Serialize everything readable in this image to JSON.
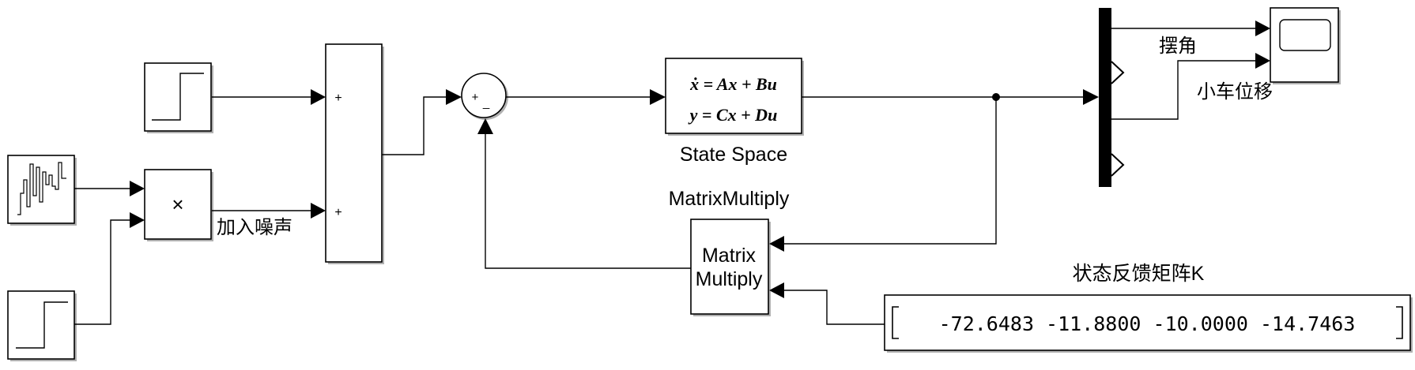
{
  "blocks": {
    "step1": {
      "name": "step-source-top"
    },
    "random": {
      "name": "random-number-source"
    },
    "step2": {
      "name": "step-source-bottom"
    },
    "product": {
      "symbol": "×"
    },
    "sum2": {
      "sign1": "+",
      "sign2": "+"
    },
    "sum_main": {
      "sign1": "+",
      "sign2": "_"
    },
    "state_space": {
      "eq1": "ẋ = Ax + Bu",
      "eq2": "y = Cx + Du",
      "label": "State Space"
    },
    "matrix_multiply": {
      "title": "MatrixMultiply",
      "line1": "Matrix",
      "line2": "Multiply"
    },
    "gain_matrix": {
      "title": "状态反馈矩阵K",
      "value": "-72.6483 -11.8800 -10.0000 -14.7463"
    }
  },
  "signals": {
    "noise": "加入噪声",
    "angle": "摆角",
    "displacement": "小车位移"
  }
}
